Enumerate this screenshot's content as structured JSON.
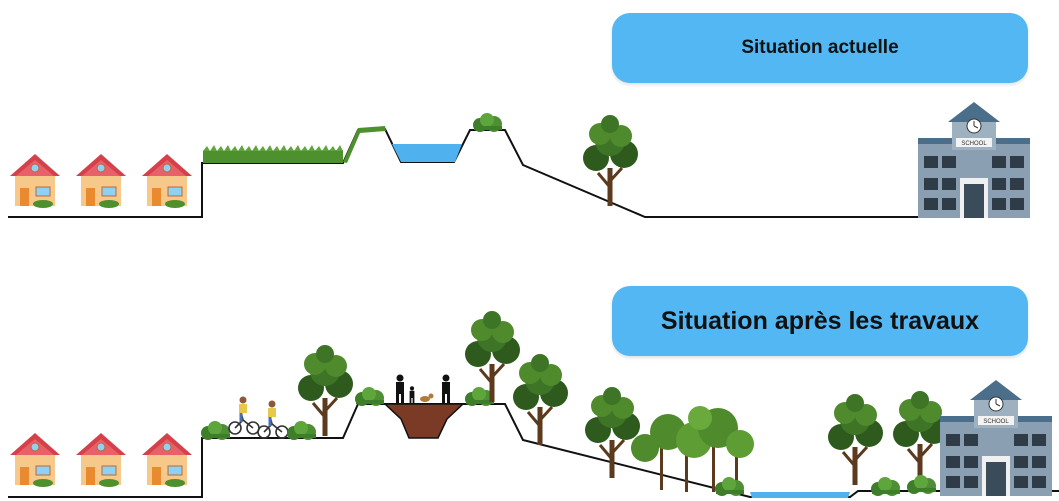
{
  "titles": {
    "current": "Situation actuelle",
    "after": "Situation après les travaux"
  },
  "signs": {
    "school": "SCHOOL"
  },
  "colors": {
    "badge": "#52b7f2",
    "water": "#4fb2ef",
    "soil": "#7a3a26",
    "tree_dark": "#2f5a1e",
    "tree_light": "#4f8a2c",
    "grass": "#4e8f2e",
    "house_wall": "#f6c98a",
    "house_roof": "#d6404a",
    "school_wall": "#8aa0b2",
    "school_roof": "#4b6e8a"
  },
  "icons": {
    "house": "house-icon",
    "school": "school-icon",
    "tree": "tree-icon",
    "bush": "bush-icon",
    "cyclist": "cyclist-icon",
    "person": "person-icon",
    "dog": "dog-icon"
  }
}
